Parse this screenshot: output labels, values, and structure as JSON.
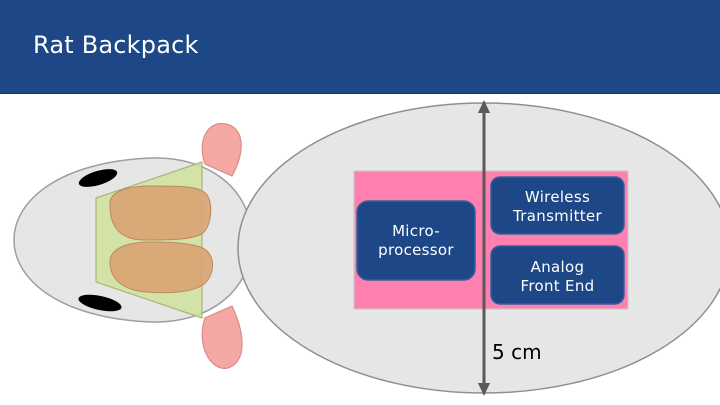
{
  "header": {
    "title": "Rat Backpack"
  },
  "diagram": {
    "microprocessor_label": "Micro-\nprocessor",
    "wireless_label": "Wireless\nTransmitter",
    "analog_label": "Analog\nFront End",
    "scale_label": "5 cm"
  },
  "colors": {
    "header_bg": "#1d4787",
    "body": "#e6e6e6",
    "board": "#ff80b0",
    "chip": "#1d4787",
    "ear": "#f4a7a3",
    "brain": "#d9a473",
    "skull_plate": "#cfe09a"
  }
}
